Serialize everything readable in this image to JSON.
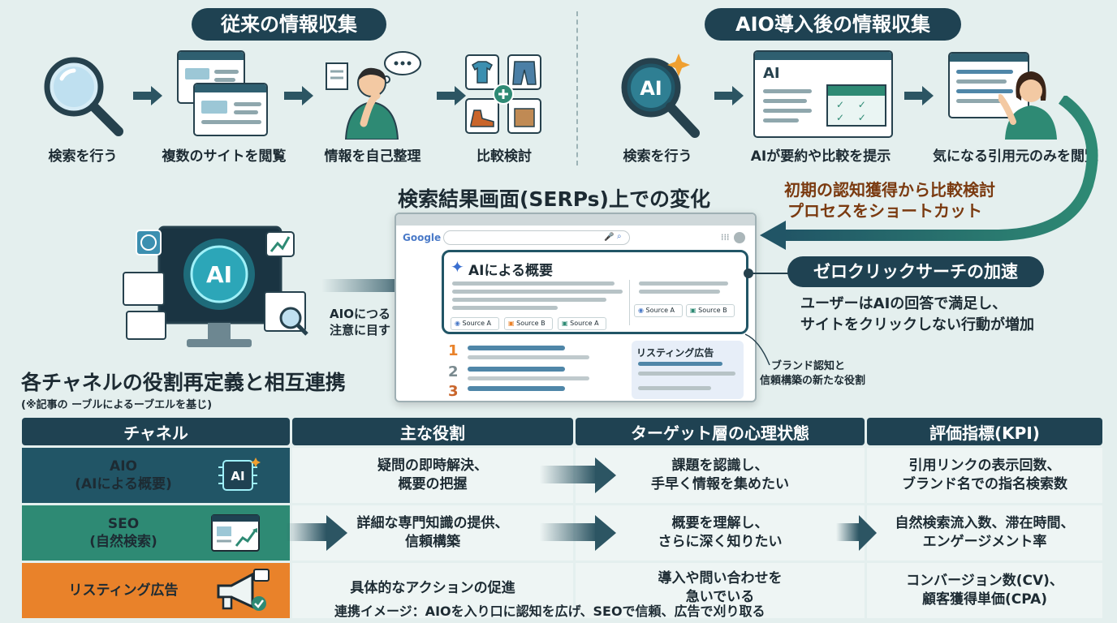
{
  "traditional": {
    "title": "従来の情報収集",
    "steps": [
      "検索を行う",
      "複数のサイトを閲覧",
      "情報を自己整理",
      "比較検討"
    ]
  },
  "after_aio": {
    "title": "AIO導入後の情報収集",
    "steps": [
      "検索を行う",
      "AIが要約や比較を提示",
      "気になる引用元のみを閲覧"
    ],
    "ai_badge": "AI",
    "window_label": "AI",
    "shortcut_line1": "初期の認知獲得から比較検討",
    "shortcut_line2": "プロセスをショートカット"
  },
  "serps": {
    "title": "検索結果画面(SERPs)上での変化",
    "google_logo": "Google",
    "overview_title": "AIによる概要",
    "sources_left": [
      "Source A",
      "Source B",
      "Source A"
    ],
    "sources_right": [
      "Source A",
      "Source B"
    ],
    "ranks": [
      "1",
      "2",
      "3"
    ],
    "listing_label": "リスティング広告",
    "brand_note_line1": "ブランド認知と",
    "brand_note_line2": "信頼構築の新たな役割",
    "aio_note_line1": "AIOにつる",
    "aio_note_line2": "注意に目す",
    "monitor_badge": "AI"
  },
  "zero_click": {
    "title": "ゼロクリックサーチの加速",
    "line1": "ユーザーはAIの回答で満足し、",
    "line2": "サイトをクリックしない行動が増加"
  },
  "channels": {
    "title": "各チャネルの役割再定義と相互連携",
    "subtitle": "(※記事の ーブルによるーブエルを基じ)",
    "headers": [
      "チャネル",
      "主な役割",
      "ターゲット層の心理状態",
      "評価指標(KPI)"
    ],
    "rows": [
      {
        "channel_line1": "AIO",
        "channel_line2": "(AIによる概要)",
        "icon_badge": "AI",
        "role_line1": "疑問の即時解決、",
        "role_line2": "概要の把握",
        "mind_line1": "課題を認識し、",
        "mind_line2": "手早く情報を集めたい",
        "kpi_line1": "引用リンクの表示回数、",
        "kpi_line2": "ブランド名での指名検索数"
      },
      {
        "channel_line1": "SEO",
        "channel_line2": "(自然検索)",
        "role_line1": "詳細な専門知識の提供、",
        "role_line2": "信頼構築",
        "mind_line1": "概要を理解し、",
        "mind_line2": "さらに深く知りたい",
        "kpi_line1": "自然検索流入数、滞在時間、",
        "kpi_line2": "エンゲージメント率"
      },
      {
        "channel_line1": "リスティング広告",
        "role_line1": "具体的なアクションの促進",
        "mind_line1": "導入や問い合わせを",
        "mind_line2": "急いでいる",
        "kpi_line1": "コンバージョン数(CV)、",
        "kpi_line2": "顧客獲得単価(CPA)"
      }
    ],
    "footer_note": "連携イメージ：AIOを入り口に認知を広げ、SEOで信頼、広告で刈り取る"
  },
  "colors": {
    "navy": "#1f4252",
    "teal": "#2e8a74",
    "orange": "#e9822a",
    "background": "#e4efee",
    "accent_brown": "#7a3a10"
  },
  "icons": [
    "magnifier-icon",
    "browser-windows-icon",
    "thinking-person-icon",
    "comparison-grid-icon",
    "ai-magnifier-icon",
    "ai-summary-window-icon",
    "person-reading-icon",
    "ai-monitor-icon",
    "chip-icon",
    "chart-window-icon",
    "megaphone-icon"
  ]
}
